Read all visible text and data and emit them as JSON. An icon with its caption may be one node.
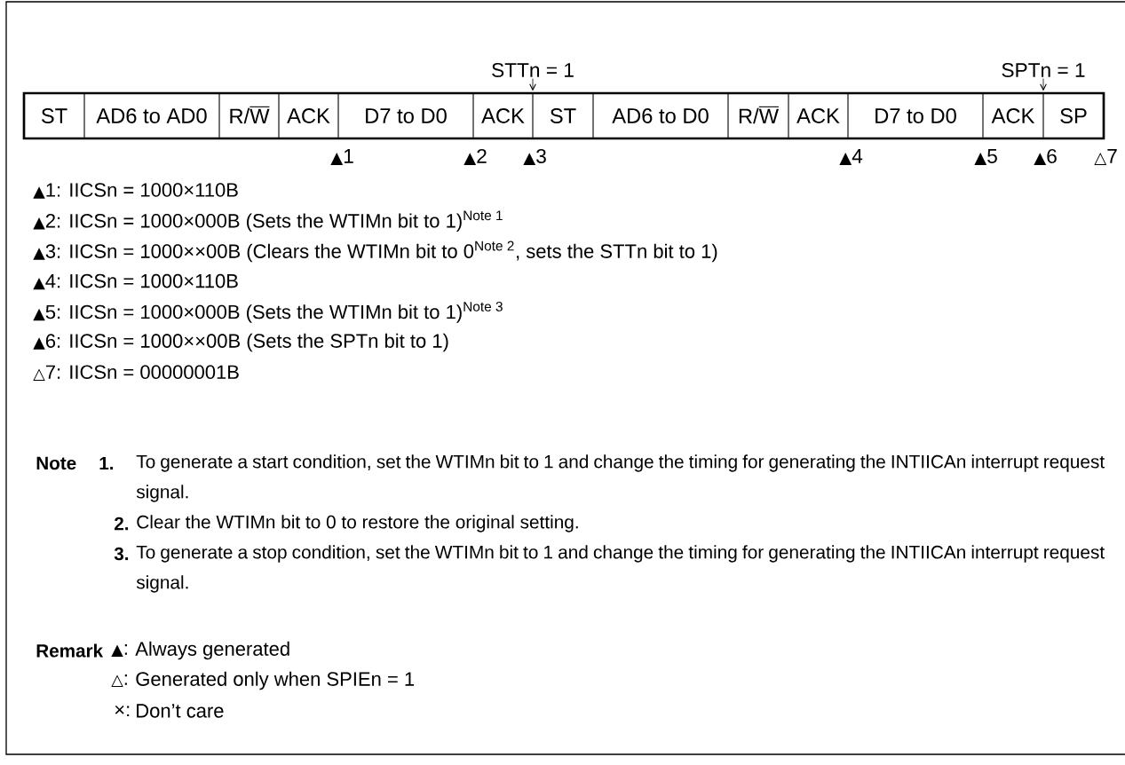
{
  "diagram": {
    "nodes": [
      {
        "text": [
          "ST"
        ]
      },
      {
        "text": [
          "AD6 to AD0"
        ]
      },
      {
        "text": [
          "R/W"
        ]
      },
      {
        "text": [
          "ACK"
        ]
      },
      {
        "text": [
          "D7 to D0"
        ]
      },
      {
        "text": [
          "ACK"
        ]
      },
      {
        "text": [
          "ST"
        ]
      },
      {
        "text": [
          "AD6 to D0"
        ]
      },
      {
        "text": [
          "R/W"
        ]
      },
      {
        "text": [
          "ACK"
        ]
      },
      {
        "text": [
          "D7 to D0"
        ]
      },
      {
        "text": [
          "ACK"
        ]
      },
      {
        "text": [
          "SP"
        ]
      },
      {
        "text": [
          "STTn = 1"
        ]
      },
      {
        "text": [
          "SPTn = 1"
        ]
      }
    ],
    "edges": [
      {
        "from": 13,
        "to": 5,
        "arrow": "to"
      },
      {
        "from": 14,
        "to": 11,
        "arrow": "to"
      }
    ],
    "labels": [
      "▲1",
      "▲2",
      "▲3",
      "▲4",
      "▲5",
      "▲6",
      "△7",
      "▲1: IICSn = 1000×110B",
      "▲2: IICSn = 1000×000B (Sets the WTIMn bit to 1)$^{Note 1}$",
      "▲3: IICSn = 1000××00B (Clears the WTIMn bit to 0$^{Note 2}$, sets the STTn bit to 1)",
      "▲4: IICSn = 1000×110B",
      "▲5: IICSn = 1000×000B (Sets the WTIMn bit to 1)$^{Note 3}$",
      "▲6: IICSn = 1000××00B (Sets the SPTn bit to 1)",
      "△7: IICSn = 00000001B",
      "Note",
      "1.",
      "To generate a start condition, set the WTIMn bit to 1 and change the timing for generating the INTIICAn interrupt request signal.",
      "2.",
      "Clear the WTIMn bit to 0 to restore the original setting.",
      "3.",
      "To generate a stop condition, set the WTIMn bit to 1 and change the timing for generating the INTIICAn interrupt request signal.",
      "Remark",
      "▲:",
      "Always generated",
      "△:",
      "Generated only when SPIEn = 1",
      "×:",
      "Don’t care"
    ]
  }
}
